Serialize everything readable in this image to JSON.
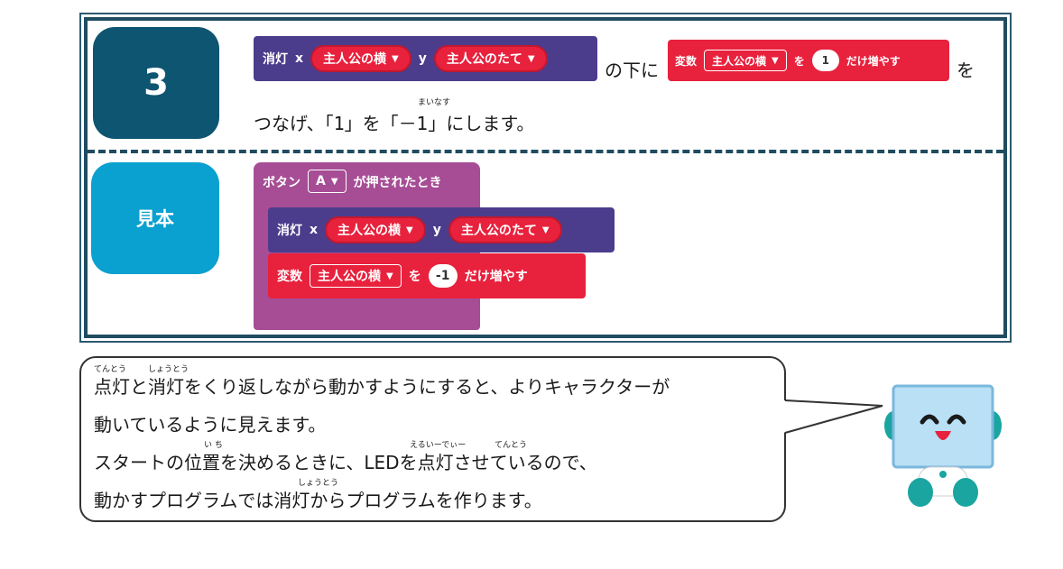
{
  "step": {
    "number": "3",
    "block_a": {
      "keyword": "消灯",
      "x": "x",
      "x_var": "主人公の横",
      "y": "y",
      "y_var": "主人公のたて"
    },
    "mid_text": "の下に",
    "block_b": {
      "keyword": "変数",
      "var": "主人公の横",
      "wo": "を",
      "value": "1",
      "tail": "だけ増やす"
    },
    "end_text": "を",
    "line2_a": "つなげ、「",
    "line2_one": "1",
    "line2_b": "」を「",
    "line2_neg": "－1",
    "line2_c": "」にします。",
    "ruby_minus": "まいなす"
  },
  "sample": {
    "label": "見本",
    "event": {
      "text1": "ボタン",
      "button": "A",
      "text2": "が押されたとき"
    },
    "block_a": {
      "keyword": "消灯",
      "x": "x",
      "x_var": "主人公の横",
      "y": "y",
      "y_var": "主人公のたて"
    },
    "block_b": {
      "keyword": "変数",
      "var": "主人公の横",
      "wo": "を",
      "value": "-1",
      "tail": "だけ増やす"
    }
  },
  "bubble": {
    "line1": "点灯と消灯をくり返しながら動かすようにすると、よりキャラクターが",
    "line2": "動いているように見えます。",
    "line3": "スタートの位置を決めるときに、LEDを点灯させているので、",
    "line4": "動かすプログラムでは消灯からプログラムを作ります。",
    "ruby_tentou": "てんとう",
    "ruby_shoutou": "しょうとう",
    "ruby_ichi": "い ち",
    "ruby_led": "えるいーでぃー",
    "ruby_tentou2": "てんとう",
    "ruby_shoutou2": "しょうとう"
  },
  "colors": {
    "frame": "#1f4c60",
    "step_badge": "#0e5571",
    "sample_badge": "#0aa0cf",
    "led_block": "#4c3c8c",
    "var_block": "#e8213d",
    "event_block": "#a64d95"
  }
}
